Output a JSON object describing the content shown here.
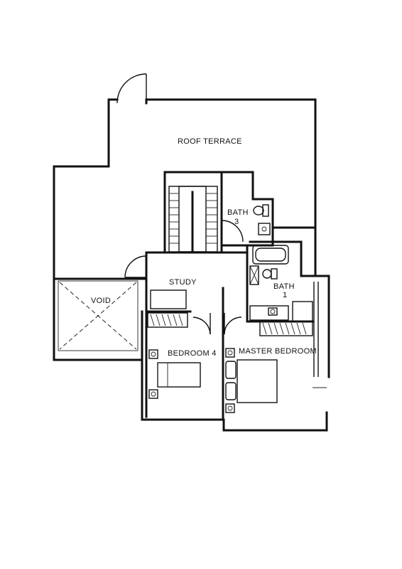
{
  "rooms": {
    "roof_terrace": "ROOF TERRACE",
    "bath3": "BATH",
    "bath3_num": "3",
    "study": "STUDY",
    "bath1": "BATH",
    "bath1_num": "1",
    "void": "VOID",
    "bedroom4": "BEDROOM 4",
    "master_bedroom": "MASTER BEDROOM"
  }
}
